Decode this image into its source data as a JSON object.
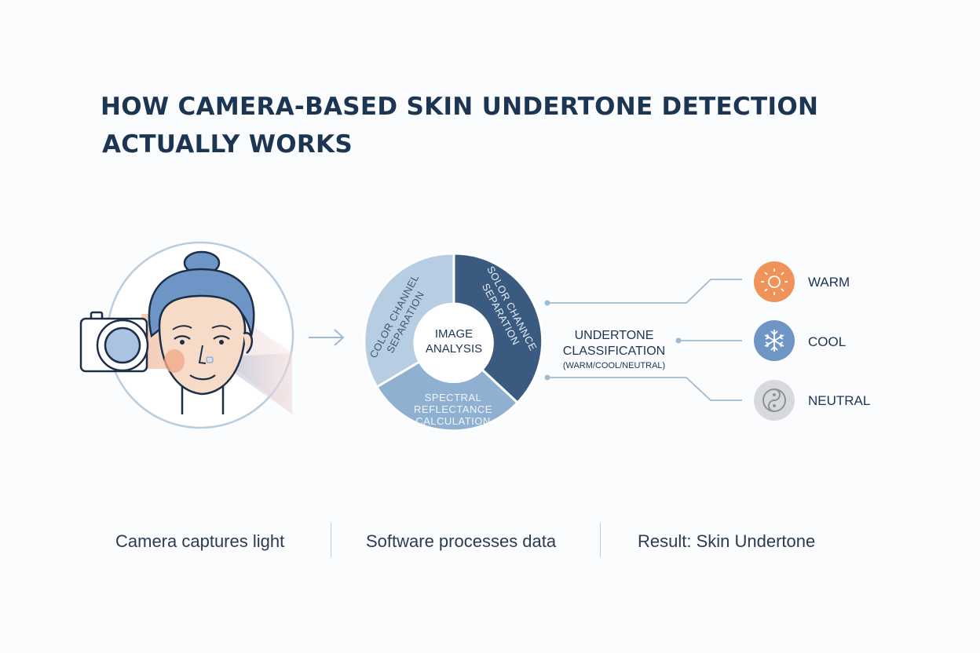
{
  "title": {
    "line1": "HOW CAMERA-BASED SKIN UNDERTONE DETECTION",
    "line2": "ACTUALLY WORKS"
  },
  "ring": {
    "center_line1": "IMAGE",
    "center_line2": "ANALYSIS",
    "segment_left_line1": "COLOR CHANNEL",
    "segment_left_line2": "SEPARATION",
    "segment_right_line1": "SOLOR CHANNCE",
    "segment_right_line2": "SEPARATION",
    "segment_bottom_line1": "SPECTRAL",
    "segment_bottom_line2": "REFLECTANCE",
    "segment_bottom_line3": "CALCULATION"
  },
  "classification": {
    "line1": "UNDERTONE",
    "line2": "CLASSIFICATION",
    "sub": "(WARM/COOL/NEUTRAL)"
  },
  "results": [
    {
      "label": "WARM",
      "icon": "sun-icon",
      "color": "#f0935a"
    },
    {
      "label": "COOL",
      "icon": "snowflake-icon",
      "color": "#6f95c4"
    },
    {
      "label": "NEUTRAL",
      "icon": "yin-yang-icon",
      "color": "#d7d9dc"
    }
  ],
  "footer": {
    "step1": "Camera captures light",
    "step2": "Software processes data",
    "step3": "Result: Skin Undertone"
  },
  "colors": {
    "navy": "#1c3553",
    "dark_segment": "#3a5a80",
    "light_segment": "#b7cde2",
    "mid_segment": "#8fb0d0",
    "connector": "#9fbad3"
  }
}
